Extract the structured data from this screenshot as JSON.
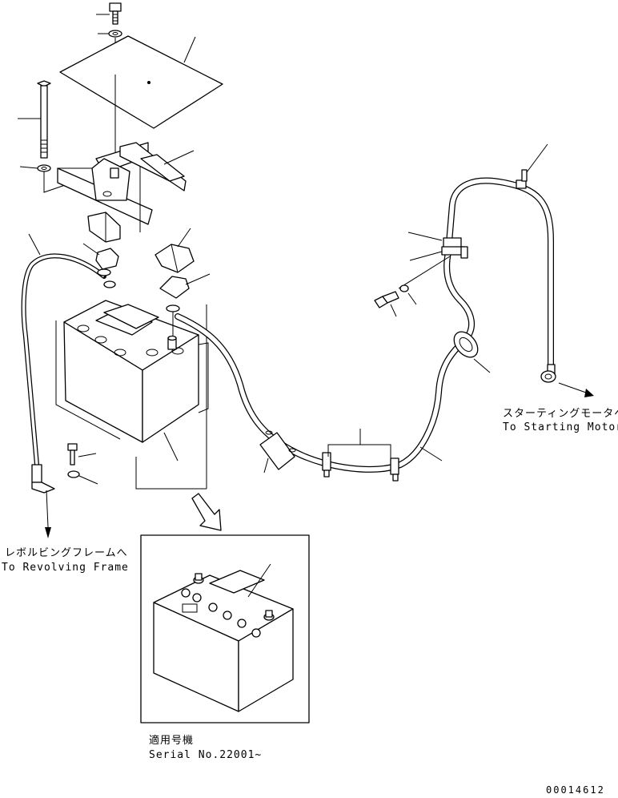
{
  "labels": {
    "starting_motor_jp": "スターティングモータへ",
    "starting_motor_en": "To Starting Motor",
    "revolving_frame_jp": "レボルビングフレームへ",
    "revolving_frame_en": "To Revolving Frame",
    "serial_jp": "適用号機",
    "serial_en": "Serial No.22001~",
    "drawing_number": "00014612"
  }
}
